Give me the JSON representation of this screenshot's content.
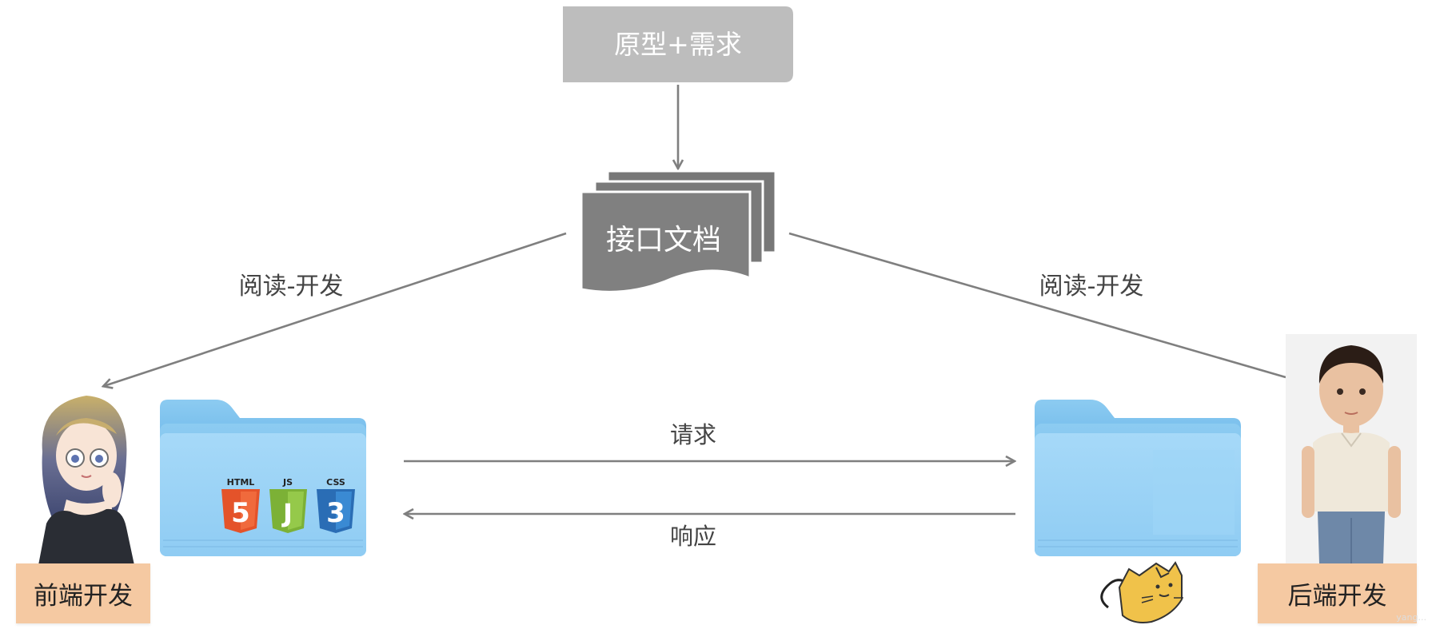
{
  "prototype_box": {
    "label": "原型+需求",
    "color": "#bdbdbd"
  },
  "api_doc": {
    "label": "接口文档",
    "color": "#808080"
  },
  "edges": {
    "left_read": "阅读-开发",
    "right_read": "阅读-开发",
    "request": "请求",
    "response": "响应"
  },
  "roles": {
    "frontend": "前端开发",
    "backend": "后端开发"
  },
  "folder_badges": {
    "html": "HTML",
    "html_digit": "5",
    "js": "JS",
    "js_letter": "J",
    "css": "CSS",
    "css_digit": "3"
  },
  "colors": {
    "arrow": "#7f7f7f",
    "folder_back": "#7fc4ef",
    "folder_front": "#9bd2f5",
    "role_box": "#f5c9a2",
    "html_orange": "#e4532a",
    "js_green": "#8cbf3f",
    "css_blue": "#2f7fc1"
  },
  "icons": [
    "folder-icon",
    "html5-icon",
    "js-icon",
    "css3-icon",
    "tomcat-icon"
  ],
  "watermark": "yang..."
}
